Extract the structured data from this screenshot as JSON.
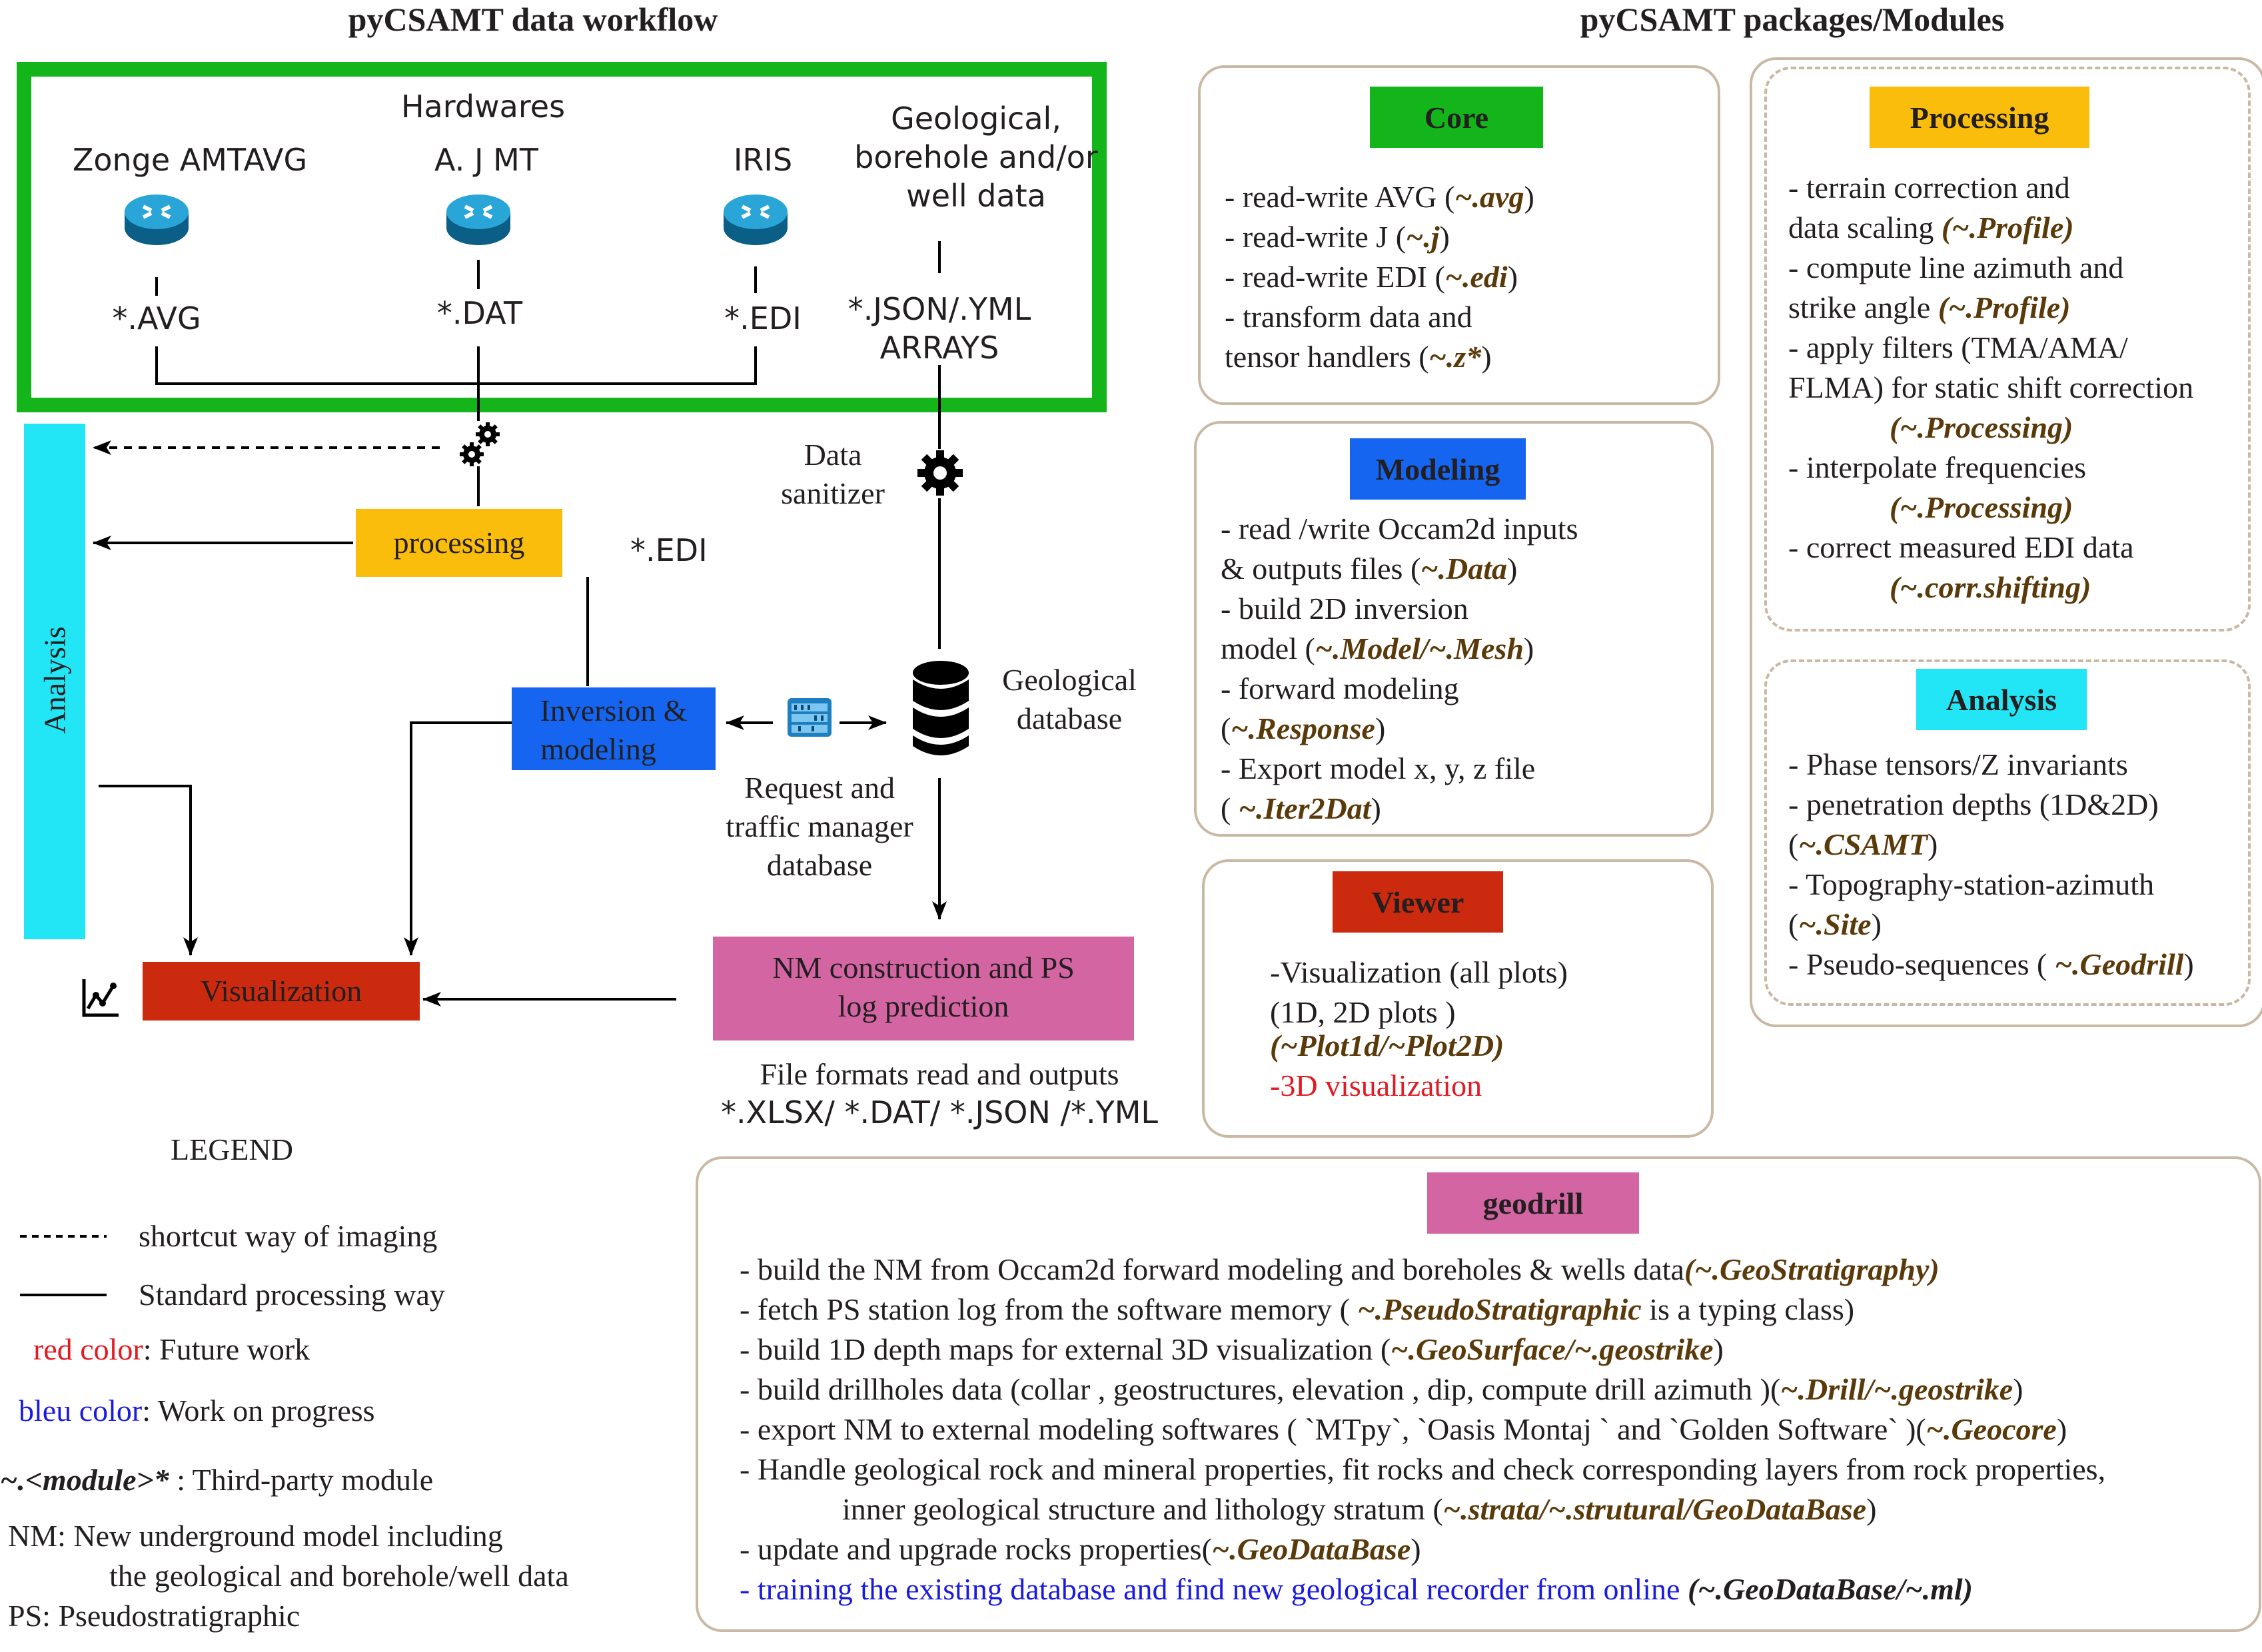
{
  "left_title": "pyCSAMT data workflow",
  "right_title": "pyCSAMT packages/Modules",
  "hardware": {
    "title": "Hardwares",
    "zonge": "Zonge AMTAVG",
    "ajmt": "A. J MT",
    "iris": "IRIS",
    "geo_l1": "Geological,",
    "geo_l2": "borehole and/or",
    "geo_l3": "well data",
    "avg": "*.AVG",
    "dat": "*.DAT",
    "edi": "*.EDI",
    "json_l1": "*.JSON/.YML",
    "json_l2": "ARRAYS"
  },
  "flow": {
    "analysis": "Analysis",
    "processing": "processing",
    "edi_out": "*.EDI",
    "sanitizer_l1": "Data",
    "sanitizer_l2": "sanitizer",
    "inversion_l1": "Inversion &",
    "inversion_l2": "modeling",
    "geodb_l1": "Geological",
    "geodb_l2": "database",
    "request_l1": "Request and",
    "request_l2": "traffic manager",
    "request_l3": "database",
    "nm_l1": "NM construction and  PS",
    "nm_l2": "log prediction",
    "visualization": "Visualization",
    "formats_l1": "File formats read and outputs",
    "formats_l2": "*.XLSX/ *.DAT/ *.JSON /*.YML"
  },
  "legend": {
    "title": "LEGEND",
    "dashed": "shortcut way of imaging",
    "solid": "Standard processing way",
    "red_key": "red color",
    "red_val": ": Future work",
    "blue_key": "bleu color",
    "blue_val": ": Work on progress",
    "module_key": "~.<module>*",
    "module_val": " : Third-party  module",
    "nm_l1": "NM:  New underground model including",
    "nm_l2": "the geological and borehole/well data",
    "ps": "PS:  Pseudostratigraphic"
  },
  "core": {
    "header": "Core",
    "l1": "- read-write AVG (",
    "l1r": "~.avg",
    "l1e": ")",
    "l2": "- read-write J  (",
    "l2r": "~.j",
    "l2e": ")",
    "l3": "- read-write EDI (",
    "l3r": "~.edi",
    "l3e": ")",
    "l4": "- transform data and",
    "l5": " tensor handlers (",
    "l5r": "~.z*",
    "l5e": ")"
  },
  "modeling": {
    "header": "Modeling",
    "l1": "- read /write Occam2d inputs",
    "l2": " & outputs files (",
    "l2r": "~.Data",
    "l2e": ")",
    "l3": "- build 2D inversion",
    "l4": "model (",
    "l4r": "~.Model/~.Mesh",
    "l4e": ")",
    "l5": "-  forward  modeling",
    "l6": " (",
    "l6r": "~.Response",
    "l6e": ")",
    "l7": "- Export model  x, y, z  file",
    "l8": " (",
    "l8r": " ~.Iter2Dat",
    "l8e": ")"
  },
  "viewer": {
    "header": "Viewer",
    "l1": "-Visualization (all plots)",
    "l2": "(1D, 2D plots )",
    "l3r": "(~Plot1d/~Plot2D)",
    "l4": "-3D visualization"
  },
  "processing_mod": {
    "header": "Processing",
    "l1": "- terrain correction and",
    "l2": "data scaling ",
    "l2r": "(~.Profile)",
    "l3": "- compute line azimuth and",
    "l4": "strike angle ",
    "l4r": "(~.Profile)",
    "l5": "- apply filters (TMA/AMA/",
    "l6": "FLMA)  for static shift correction",
    "l7r": "(~.Processing)",
    "l8": "- interpolate frequencies",
    "l9r": "(~.Processing)",
    "l10": "- correct measured EDI data",
    "l11r": "(~.corr.shifting)"
  },
  "analysis_mod": {
    "header": "Analysis",
    "l1": "- Phase tensors/Z invariants",
    "l2": "- penetration depths (1D&2D)",
    "l3": "(",
    "l3r": "~.CSAMT",
    "l3e": ")",
    "l4": "- Topography-station-azimuth",
    "l5": " (",
    "l5r": "~.Site",
    "l5e": ")",
    "l6": "- Pseudo-sequences ( ",
    "l6r": "~.Geodrill",
    "l6e": ")"
  },
  "geodrill": {
    "header": "geodrill",
    "l1": "- build the NM from Occam2d forward modeling  and  boreholes & wells data",
    "l1r": "(~.GeoStratigraphy)",
    "l2": "- fetch PS station log from the software memory  ( ",
    "l2r": "~.PseudoStratigraphic",
    "l2e": " is a  typing  class)",
    "l3": "-  build  1D depth maps for external 3D visualization  (",
    "l3r": "~.GeoSurface/~.geostrike",
    "l3e": ")",
    "l4": "- build drillholes data (collar , geostructures, elevation , dip,  compute  drill azimuth )(",
    "l4r": "~.Drill/~.geostrike",
    "l4e": ")",
    "l5": "- export  NM to external  modeling softwares ( `MTpy`, `Oasis  Montaj ` and  `Golden Software` )(",
    "l5r": "~.Geocore",
    "l5e": ")",
    "l6": "- Handle geological rock and mineral properties, fit rocks and check corresponding layers from rock properties,",
    "l7": "inner geological structure and  lithology stratum (",
    "l7r": "~.strata/~.strutural/GeoDataBase",
    "l7e": ")",
    "l8": "- update and upgrade rocks properties(",
    "l8r": "~.GeoDataBase",
    "l8e": ")",
    "l9": "- training the existing database  and find new geological recorder from online",
    "l9r": " (~.GeoDataBase/~.ml)"
  },
  "colors": {
    "green": "#13b51b",
    "cyan": "#22e6f5",
    "yellow": "#fbbd0c",
    "blue": "#1565f0",
    "red": "#cc2a0e",
    "pink": "#d465a3",
    "reference": "#5a3a0a"
  }
}
